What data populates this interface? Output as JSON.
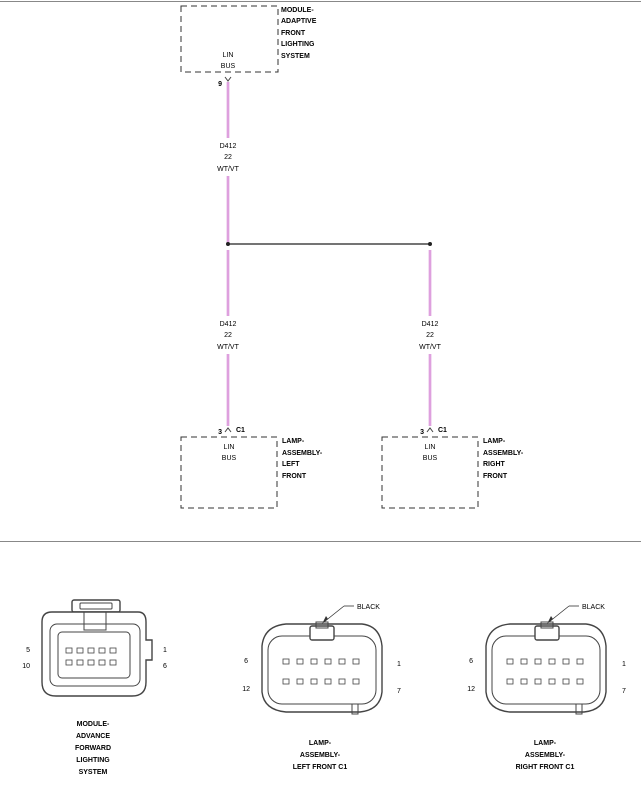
{
  "module_afls": {
    "title": [
      "MODULE-",
      "ADAPTIVE",
      "FRONT",
      "LIGHTING",
      "SYSTEM"
    ],
    "pin_name": [
      "LIN",
      "BUS"
    ],
    "pin_number": "9"
  },
  "wire_trunk": {
    "circuit": "D412",
    "gauge": "22",
    "color": "WT/VT"
  },
  "wire_left": {
    "circuit": "D412",
    "gauge": "22",
    "color": "WT/VT"
  },
  "wire_right": {
    "circuit": "D412",
    "gauge": "22",
    "color": "WT/VT"
  },
  "lamp_left": {
    "title": [
      "LAMP-",
      "ASSEMBLY-",
      "LEFT",
      "FRONT"
    ],
    "pin_name": [
      "LIN",
      "BUS"
    ],
    "pin_number": "3",
    "connector": "C1"
  },
  "lamp_right": {
    "title": [
      "LAMP-",
      "ASSEMBLY-",
      "RIGHT",
      "FRONT"
    ],
    "pin_name": [
      "LIN",
      "BUS"
    ],
    "pin_number": "3",
    "connector": "C1"
  },
  "connector_module": {
    "pins": {
      "top_left": "5",
      "bottom_left": "10",
      "top_right": "1",
      "bottom_right": "6"
    },
    "caption": [
      "MODULE-",
      "ADVANCE",
      "FORWARD",
      "LIGHTING",
      "SYSTEM"
    ]
  },
  "connector_lamp_left": {
    "color_label": "BLACK",
    "pins": {
      "top_left": "6",
      "bottom_left": "12",
      "top_right": "1",
      "bottom_right": "7"
    },
    "caption": [
      "LAMP-",
      "ASSEMBLY-",
      "LEFT FRONT C1"
    ]
  },
  "connector_lamp_right": {
    "color_label": "BLACK",
    "pins": {
      "top_left": "6",
      "bottom_left": "12",
      "top_right": "1",
      "bottom_right": "7"
    },
    "caption": [
      "LAMP-",
      "ASSEMBLY-",
      "RIGHT FRONT C1"
    ]
  },
  "colors": {
    "wire": "#d07cd0",
    "line": "#333333",
    "background": "#ffffff"
  }
}
